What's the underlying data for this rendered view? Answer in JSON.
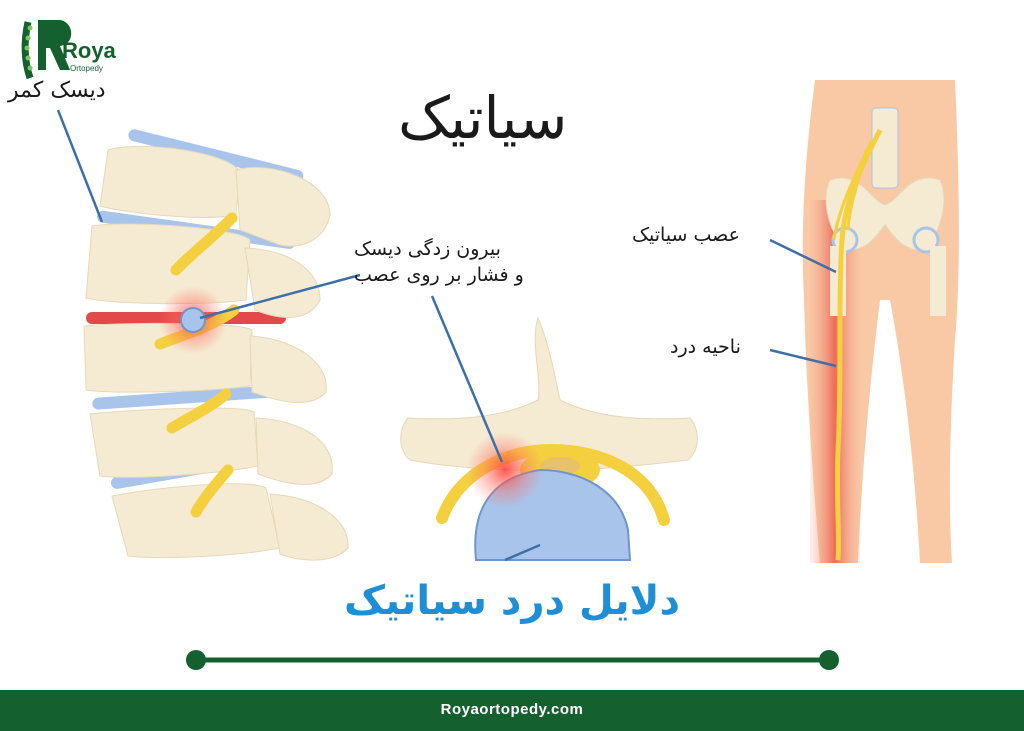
{
  "logo": {
    "name": "Roya",
    "tagline": "Ortopedy"
  },
  "labels": {
    "lumbar_disc": "دیسک کمر",
    "title": "سیاتیک",
    "herniation_line1": "بیرون زدگی دیسک",
    "herniation_line2": "و فشار بر روی عصب",
    "sciatic_nerve": "عصب سیاتیک",
    "pain_area": "ناحیه درد"
  },
  "page_title": "دلایل درد سیاتیک",
  "footer": {
    "url": "Royaortopedy.com"
  },
  "colors": {
    "title_blue": "#1e8fd6",
    "brand_green": "#14602f",
    "bone": "#f5ead2",
    "nerve_yellow": "#f4d03f",
    "disc_blue": "#a9c4ea",
    "inflammation_red": "#e8413a",
    "skin": "#f8c9a4"
  }
}
